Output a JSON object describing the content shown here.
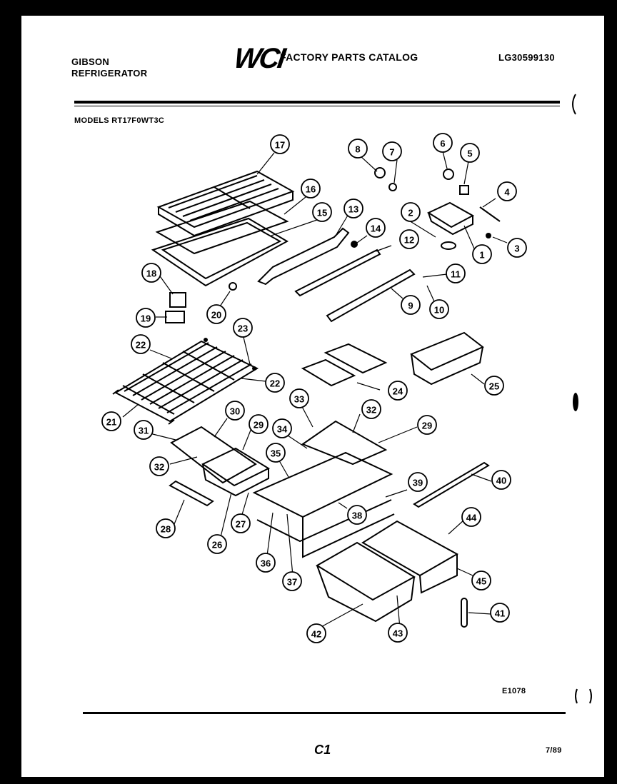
{
  "header": {
    "brand_line1": "GIBSON",
    "brand_line2": "REFRIGERATOR",
    "logo": "WCI",
    "catalog_title": "FACTORY PARTS CATALOG",
    "catalog_number": "LG30599130",
    "models": "MODELS RT17F0WT3C"
  },
  "footer": {
    "figure_code": "E1078",
    "page_code": "C1",
    "date_code": "7/89"
  },
  "callouts": [
    "1",
    "2",
    "3",
    "4",
    "5",
    "6",
    "7",
    "8",
    "9",
    "10",
    "11",
    "12",
    "13",
    "14",
    "15",
    "16",
    "17",
    "18",
    "19",
    "20",
    "21",
    "22",
    "22",
    "23",
    "24",
    "25",
    "26",
    "27",
    "28",
    "29",
    "29",
    "30",
    "31",
    "32",
    "32",
    "33",
    "34",
    "35",
    "36",
    "37",
    "38",
    "39",
    "40",
    "41",
    "42",
    "43",
    "44",
    "45"
  ]
}
